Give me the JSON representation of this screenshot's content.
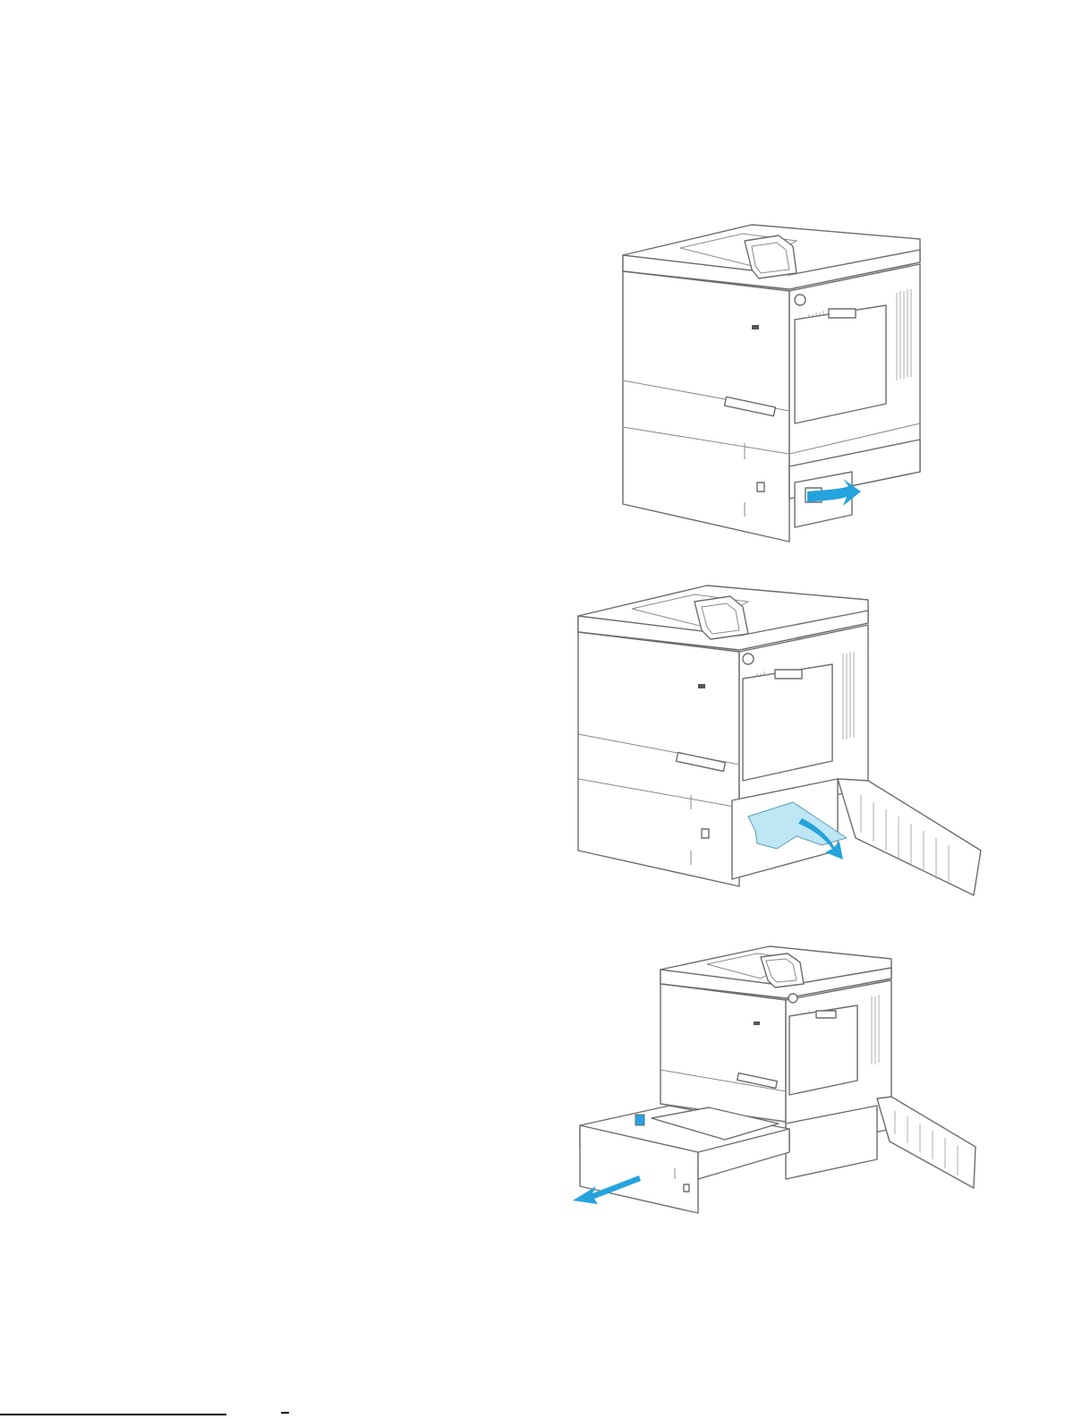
{
  "figures": [
    {
      "id": "step-open-lower-right-door",
      "icon": "printer-illustration",
      "arrow": "open-door-arrow"
    },
    {
      "id": "step-remove-jammed-paper",
      "icon": "printer-illustration",
      "arrow": "pull-paper-arrow"
    },
    {
      "id": "step-remove-tray",
      "icon": "printer-illustration",
      "arrow": "pull-tray-arrow"
    }
  ],
  "colors": {
    "accent": "#25a3dd",
    "jam_paper": "#bfe6f4",
    "line": "#6d6d6d"
  }
}
